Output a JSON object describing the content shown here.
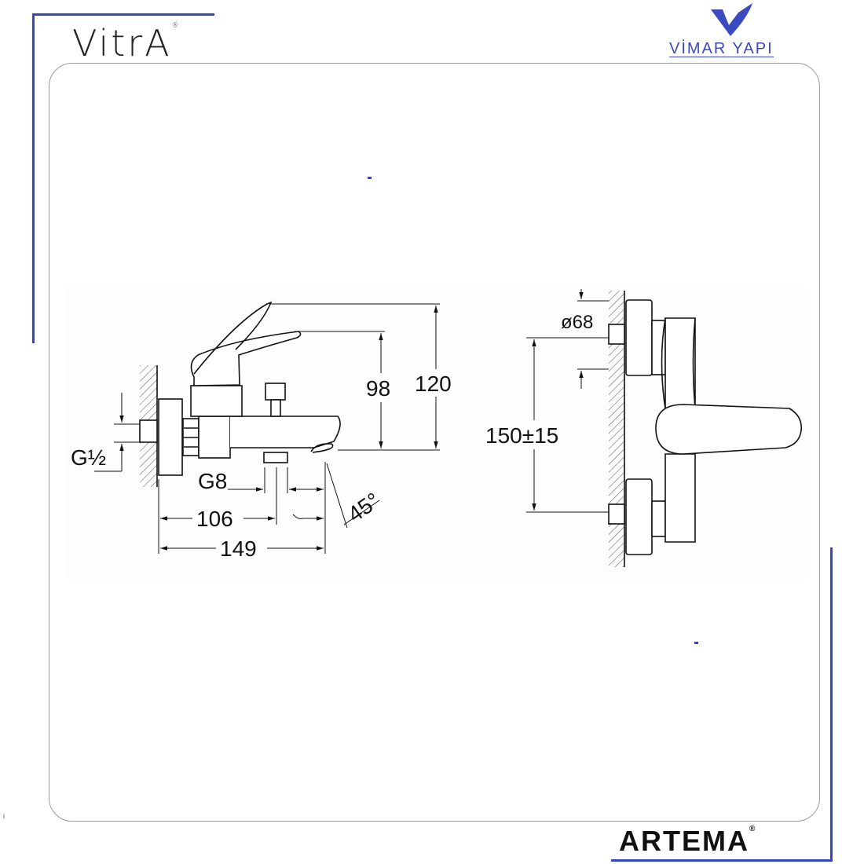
{
  "logos": {
    "vitra": "VitrA",
    "vimar": "VİMAR YAPI",
    "artema": "ARTEMA"
  },
  "colors": {
    "accent": "#3445c0",
    "line": "#111111"
  },
  "footnote": "i",
  "side_view": {
    "thread_label": "G½",
    "outlet_label": "G8",
    "dim_106": "106",
    "dim_149": "149",
    "angle": "45°",
    "dim_98": "98",
    "dim_120": "120"
  },
  "front_view": {
    "diameter": "ø68",
    "centers": "150±15"
  }
}
